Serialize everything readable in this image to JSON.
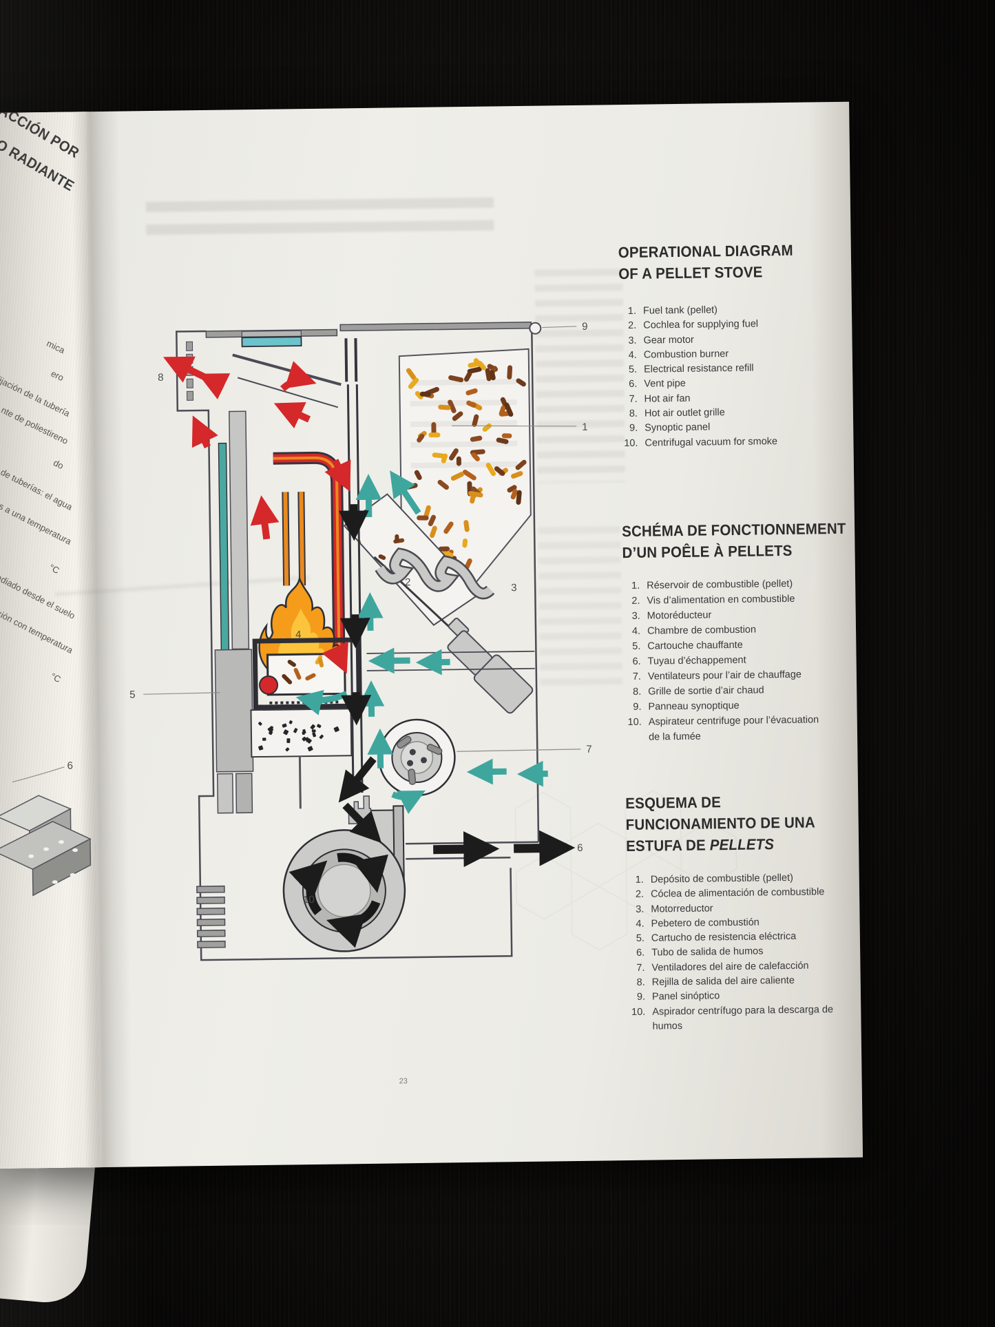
{
  "page": {
    "number": "23"
  },
  "left_page": {
    "title_fragments": [
      "FACCIÓN POR",
      "O RADIANTE"
    ],
    "list_fragments": [
      "mica",
      "ero",
      "de fijación de la tubería",
      "nte de poliestireno",
      "do",
      "ito de tuberías: el agua",
      "rías a una temperatura",
      "°C",
      "or irradiado desde el suelo",
      "ación con temperatura",
      "°C"
    ],
    "callout": "6"
  },
  "sections": {
    "english": {
      "title_lines": [
        "OPERATIONAL DIAGRAM",
        "OF A PELLET STOVE"
      ],
      "items": [
        "Fuel tank (pellet)",
        "Cochlea for supplying fuel",
        "Gear motor",
        "Combustion burner",
        "Electrical resistance refill",
        "Vent pipe",
        "Hot air fan",
        "Hot air outlet grille",
        "Synoptic panel",
        "Centrifugal vacuum for smoke"
      ]
    },
    "french": {
      "title_lines": [
        "SCHÉMA DE FONCTIONNEMENT",
        "D’UN POÊLE À PELLETS"
      ],
      "items": [
        "Réservoir de combustible (pellet)",
        "Vis d’alimentation en combustible",
        "Motoréducteur",
        "Chambre de combustion",
        "Cartouche chauffante",
        "Tuyau d’échappement",
        "Ventilateurs pour l’air de chauffage",
        "Grille de sortie d’air chaud",
        "Panneau synoptique",
        "Aspirateur centrifuge pour l’évacuation\nde la fumée"
      ]
    },
    "spanish": {
      "title_lines": [
        "ESQUEMA DE",
        "FUNCIONAMIENTO DE UNA"
      ],
      "title_line3_prefix": "ESTUFA DE ",
      "title_line3_italic": "PELLETS",
      "items": [
        "Depósito de combustible (pellet)",
        "Cóclea de alimentación de combustible",
        "Motorreductor",
        "Pebetero de combustión",
        "Cartucho de resistencia eléctrica",
        "Tubo de salida de humos",
        "Ventiladores del aire de calefacción",
        "Rejilla de salida del aire caliente",
        "Panel sinóptico",
        "Aspirador centrífugo para la descarga de humos"
      ]
    }
  },
  "diagram": {
    "callouts": {
      "n1": "1",
      "n2": "2",
      "n3": "3",
      "n4": "4",
      "n5": "5",
      "n6": "6",
      "n7": "7",
      "n8": "8",
      "n9": "9",
      "n10": "10"
    }
  },
  "colors": {
    "teal": "#3fa69e",
    "red": "#d5282a",
    "orange_tube": "#e98a1f",
    "flame_outer": "#f59c1b",
    "flame_inner": "#fcc43c",
    "black_arrow": "#1c1c1c",
    "machine_gray": "#c9c9c7",
    "outline": "#4b4b55",
    "page": "#ecebe5",
    "pellet_palette": [
      "#6e3a1c",
      "#7d421e",
      "#8a4a22",
      "#5f3317",
      "#b3601d",
      "#e9a91e",
      "#d98f1c"
    ]
  }
}
